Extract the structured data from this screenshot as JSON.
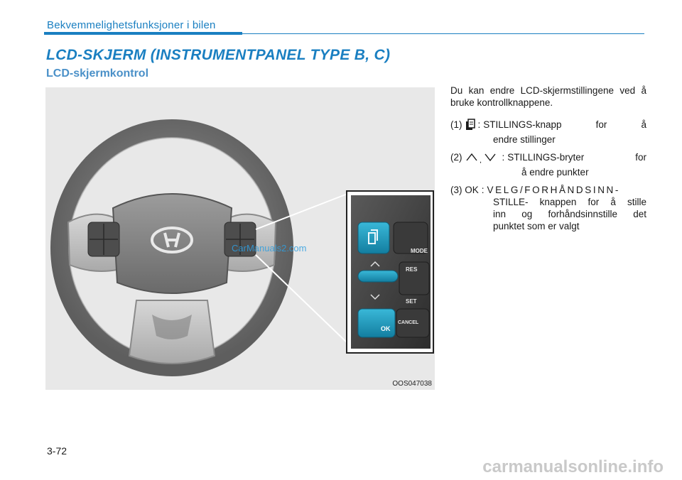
{
  "header": {
    "section_label": "Bekvemmelighetsfunksjoner i bilen",
    "title": "LCD-SKJERM (INSTRUMENTPANEL TYPE B, C)",
    "subtitle": "LCD-skjermkontrol"
  },
  "figure": {
    "code": "OOS047038",
    "watermark": "CarManuals2.com",
    "buttons": {
      "mode": "MODE",
      "res": "RES",
      "set": "SET",
      "ok": "OK",
      "cancel": "CANCEL"
    },
    "accent_color": "#1e9cc0"
  },
  "body": {
    "intro": "Du kan endre LCD-skjermstillingene ved å bruke kontrollknappene.",
    "items": [
      {
        "num": "(1)",
        "icon": "mode-icon",
        "sep": ":",
        "line1": "STILLINGS-knapp for å",
        "line2": "endre stillinger"
      },
      {
        "num": "(2)",
        "icon": "up-down-icon",
        "sep": ":",
        "line1": "STILLINGS-bryter for",
        "line2": "å endre punkter"
      },
      {
        "num": "(3) OK",
        "sep": ":",
        "line1": "VELG/FORHÅNDSINN-",
        "line2": "STILLE- knappen for å stille",
        "line3": "inn og forhåndsinnstille det",
        "line4": "punktet som er valgt"
      }
    ]
  },
  "footer": {
    "page_number": "3-72",
    "site_watermark": "carmanualsonline.info"
  }
}
